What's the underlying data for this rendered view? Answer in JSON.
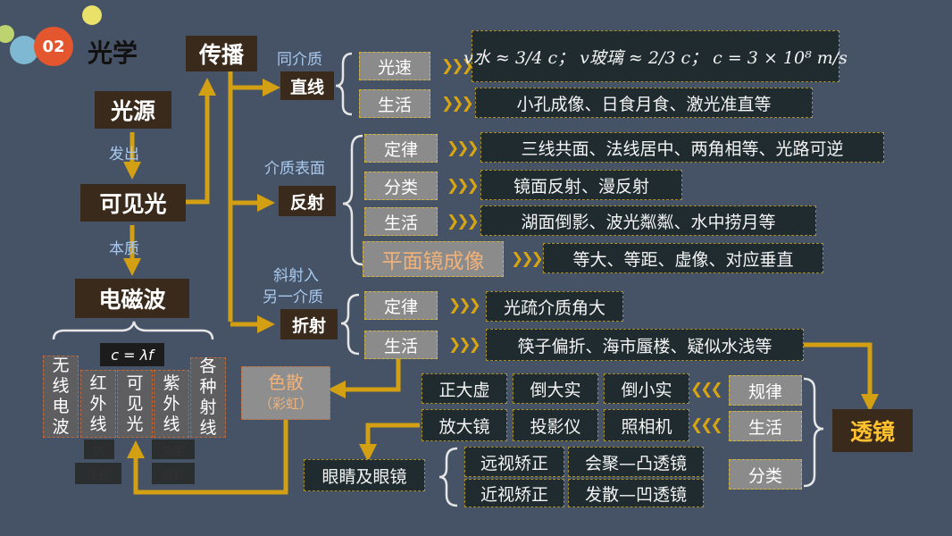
{
  "header": {
    "badge": "02",
    "title": "光学"
  },
  "source": {
    "source_label": "光源",
    "emit_label": "发出",
    "visible_light": "可见光",
    "essence_label": "本质",
    "em_wave": "电磁波",
    "formula": "c = λf",
    "spectrum": [
      "无线电波",
      "红外线",
      "可见光",
      "紫外线",
      "各种射线"
    ],
    "small_tags": [
      "热",
      "遥控",
      "杀菌",
      "验钞"
    ]
  },
  "propagation": {
    "title": "传播",
    "straight": {
      "condition": "同介质",
      "title": "直线",
      "items": [
        {
          "label": "光速",
          "desc": "v水 ≈ 3/4 c； v玻璃 ≈ 2/3 c； c = 3 × 10⁸ m/s"
        },
        {
          "label": "生活",
          "desc": "小孔成像、日食月食、激光准直等"
        }
      ]
    },
    "reflection": {
      "condition": "介质表面",
      "title": "反射",
      "items": [
        {
          "label": "定律",
          "desc": "三线共面、法线居中、两角相等、光路可逆"
        },
        {
          "label": "分类",
          "desc": "镜面反射、漫反射"
        },
        {
          "label": "生活",
          "desc": "湖面倒影、波光粼粼、水中捞月等"
        },
        {
          "label": "平面镜成像",
          "desc": "等大、等距、虚像、对应垂直"
        }
      ]
    },
    "refraction": {
      "condition_line1": "斜射入",
      "condition_line2": "另一介质",
      "title": "折射",
      "items": [
        {
          "label": "定律",
          "desc": "光疏介质角大"
        },
        {
          "label": "生活",
          "desc": "筷子偏折、海市蜃楼、疑似水浅等"
        }
      ]
    }
  },
  "dispersion": {
    "line1": "色散",
    "line2": "（彩虹）"
  },
  "lens": {
    "title": "透镜",
    "rule_label": "规律",
    "life_label": "生活",
    "class_label": "分类",
    "rules": [
      "正大虚",
      "倒大实",
      "倒小实"
    ],
    "life": [
      "放大镜",
      "投影仪",
      "照相机"
    ],
    "eye": "眼睛及眼镜",
    "classes": [
      [
        "远视矫正",
        "会聚—凸透镜"
      ],
      [
        "近视矫正",
        "发散—凹透镜"
      ]
    ]
  }
}
